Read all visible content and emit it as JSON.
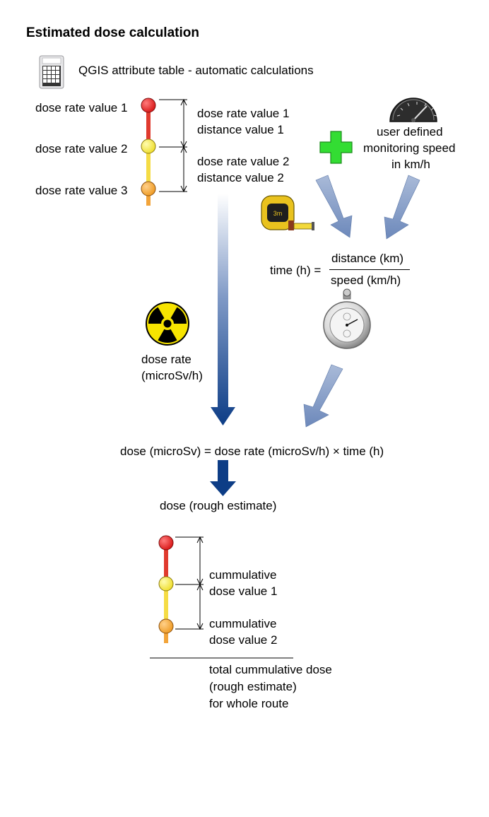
{
  "title": "Estimated dose calculation",
  "subtitle": "QGIS attribute table - automatic calculations",
  "route_points": [
    "dose rate value 1",
    "dose rate value 2",
    "dose rate value 3"
  ],
  "segments": [
    {
      "dose_rate": "dose rate value 1",
      "distance": "distance value 1"
    },
    {
      "dose_rate": "dose rate value 2",
      "distance": "distance value 2"
    }
  ],
  "speed": {
    "line1": "user defined",
    "line2": "monitoring speed",
    "line3": "in km/h"
  },
  "time_formula": {
    "lhs": "time (h) =",
    "numerator": "distance (km)",
    "denominator": "speed (km/h)"
  },
  "dose_rate_label": {
    "line1": "dose rate",
    "line2": "(microSv/h)"
  },
  "dose_formula": "dose (microSv) = dose rate (microSv/h) × time (h)",
  "dose_result": "dose (rough estimate)",
  "cumulative": [
    {
      "line1": "cummulative",
      "line2": "dose value 1"
    },
    {
      "line1": "cummulative",
      "line2": "dose value 2"
    }
  ],
  "total": {
    "line1": "total cummulative dose",
    "line2": "(rough estimate)",
    "line3": "for whole route"
  },
  "colors": {
    "point_1": "#e8282a",
    "point_2": "#f5e64a",
    "point_3": "#f2a43a",
    "arrow_dark": "#0d3d86",
    "arrow_light": "#7f99c6",
    "plus": "#33dd33",
    "radiation_yellow": "#f7e400"
  },
  "icons": [
    "calculator-icon",
    "speedometer-icon",
    "plus-icon",
    "tape-measure-icon",
    "radiation-icon",
    "stopwatch-icon"
  ]
}
